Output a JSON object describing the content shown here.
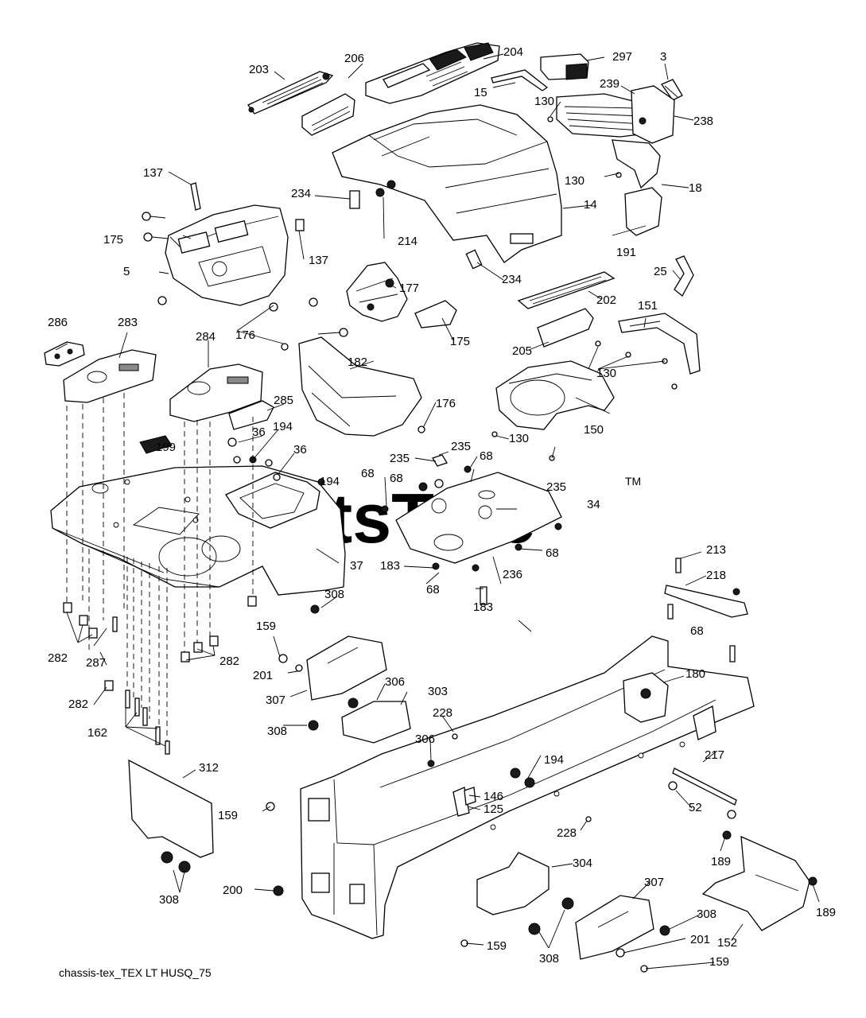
{
  "watermark": {
    "text": "PartsTree",
    "trademark": "TM"
  },
  "caption": "chassis-tex_TEX LT HUSQ_75",
  "callouts": [
    "203",
    "206",
    "204",
    "297",
    "3",
    "15",
    "239",
    "130",
    "238",
    "130",
    "18",
    "137",
    "234",
    "214",
    "14",
    "175",
    "5",
    "137",
    "191",
    "25",
    "177",
    "234",
    "202",
    "286",
    "283",
    "284",
    "176",
    "175",
    "205",
    "151",
    "182",
    "176",
    "130",
    "150",
    "130",
    "285",
    "194",
    "36",
    "199",
    "36",
    "235",
    "235",
    "68",
    "68",
    "194",
    "68",
    "235",
    "34",
    "37",
    "68",
    "183",
    "236",
    "68",
    "183",
    "213",
    "218",
    "308",
    "159",
    "68",
    "201",
    "307",
    "306",
    "303",
    "180",
    "282",
    "287",
    "282",
    "282",
    "228",
    "308",
    "162",
    "306",
    "194",
    "217",
    "312",
    "146",
    "159",
    "125",
    "52",
    "228",
    "189",
    "304",
    "200",
    "307",
    "308",
    "308",
    "201",
    "189",
    "152",
    "159",
    "159",
    "308"
  ],
  "colors": {
    "background": "#ffffff",
    "ink": "#000000",
    "watermark": "#e3e3e3"
  }
}
